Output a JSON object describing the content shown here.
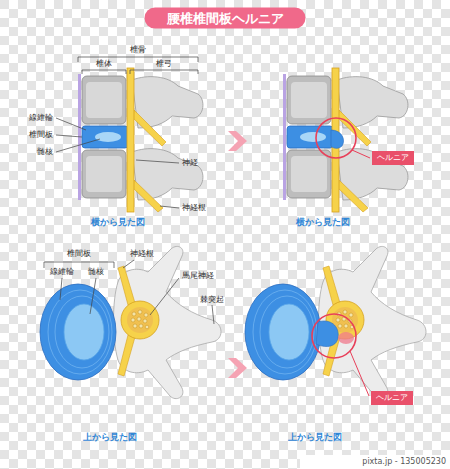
{
  "diagram": {
    "title": "腰椎椎間板ヘルニア",
    "nodes": [
      {
        "text": [
          "ヘルニア"
        ]
      },
      {
        "text": [
          "ヘルニア"
        ]
      }
    ],
    "labels": [
      "椎骨",
      "椎体",
      "椎弓",
      "線維輪",
      "椎間板",
      "髄核",
      "神経",
      "神経根",
      "横から見た図",
      "横から見た図",
      "椎間板",
      "線維輪",
      "髄核",
      "神経根",
      "馬尾神経",
      "棘突起",
      "上から見た図",
      "上から見た図",
      "pixta.jp - 135005230"
    ]
  }
}
